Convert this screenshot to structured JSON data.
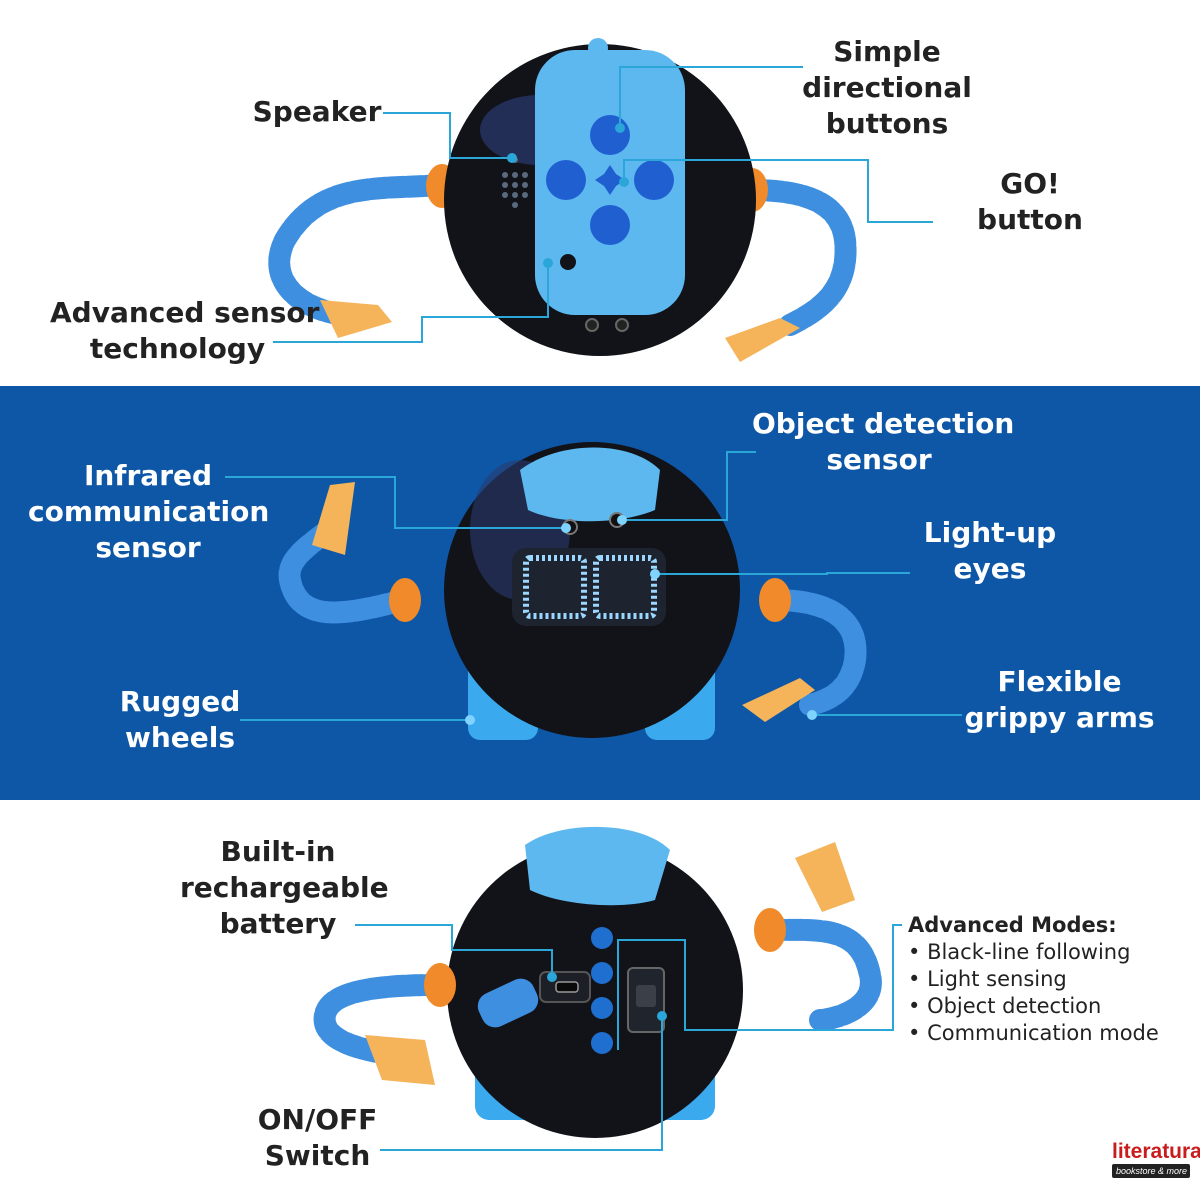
{
  "colors": {
    "band": "#0d57a6",
    "callout_line": "#2ba6d8",
    "robot_body": "#111318",
    "robot_blue": "#5db8f0",
    "button_blue": "#1f5fd0",
    "arm_blue": "#3f8fe0",
    "joint_orange": "#f08a2a",
    "claw_tan": "#f5b35a",
    "brand_red": "#c91c1c"
  },
  "top": {
    "speaker": [
      "Speaker"
    ],
    "directional": [
      "Simple",
      "directional",
      "buttons"
    ],
    "go_button": [
      "GO!",
      "button"
    ],
    "sensor_tech": [
      "Advanced sensor",
      "technology"
    ]
  },
  "middle": {
    "infrared": [
      "Infrared",
      "communication",
      "sensor"
    ],
    "object_detection": [
      "Object detection",
      "sensor"
    ],
    "light_eyes": [
      "Light-up",
      "eyes"
    ],
    "wheels": [
      "Rugged",
      "wheels"
    ],
    "arms": [
      "Flexible",
      "grippy arms"
    ]
  },
  "bottom": {
    "battery": [
      "Built-in",
      "rechargeable",
      "battery"
    ],
    "switch": [
      "ON/OFF",
      "Switch"
    ],
    "modes_title": "Advanced Modes:",
    "modes": [
      "Black-line following",
      "Light sensing",
      "Object detection",
      "Communication mode"
    ]
  },
  "brand": {
    "name": "literatura.mk",
    "tagline": "bookstore & more"
  }
}
